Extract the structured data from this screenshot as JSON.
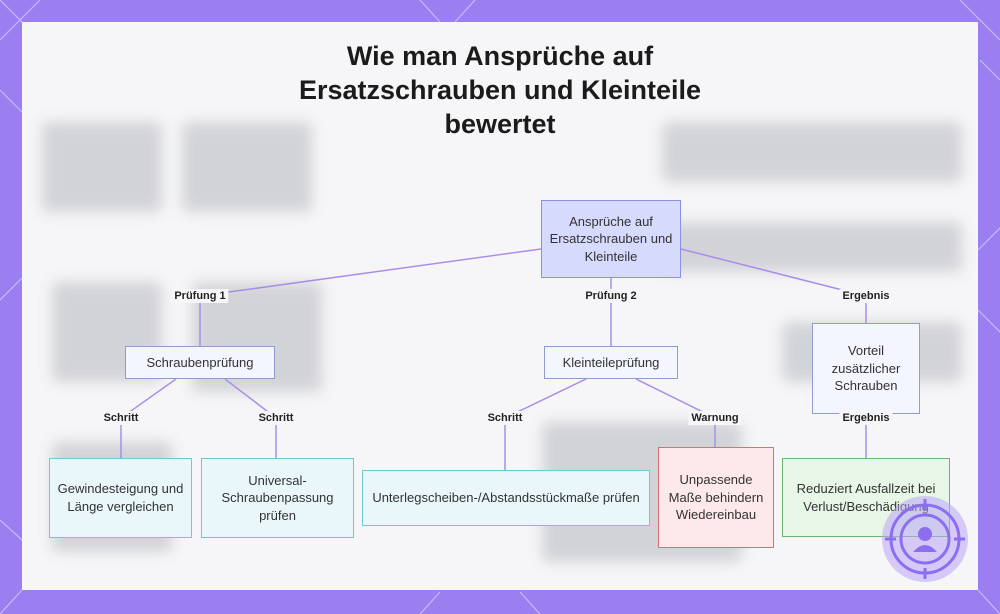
{
  "title": "Wie man Ansprüche auf Ersatzschrauben und Kleinteile bewertet",
  "nodes": {
    "root": "Ansprüche auf Ersatzschrauben und Kleinteile",
    "screw_check": "Schraubenprüfung",
    "parts_check": "Kleinteileprüfung",
    "advantage": "Vorteil zusätzlicher Schrauben",
    "thread": "Gewindesteigung und Länge vergleichen",
    "universal": "Universal-Schraubenpassung prüfen",
    "washers": "Unterlegscheiben-/Abstandsstückmaße prüfen",
    "mismatch": "Unpassende Maße behindern Wiedereinbau",
    "downtime": "Reduziert Ausfallzeit bei Verlust/Beschädigung"
  },
  "edge_labels": {
    "check1": "Prüfung 1",
    "check2": "Prüfung 2",
    "result1": "Ergebnis",
    "step_a": "Schritt",
    "step_b": "Schritt",
    "step_c": "Schritt",
    "warning": "Warnung",
    "result2": "Ergebnis"
  },
  "colors": {
    "frame": "#9b7ff0",
    "edge": "#a98ee8",
    "root_fill": "#d6dafc",
    "leaf_border": "#6ec8da",
    "warn_border": "#d97070",
    "ok_border": "#6fb56d"
  },
  "icons": {
    "logo": "target-icon"
  }
}
